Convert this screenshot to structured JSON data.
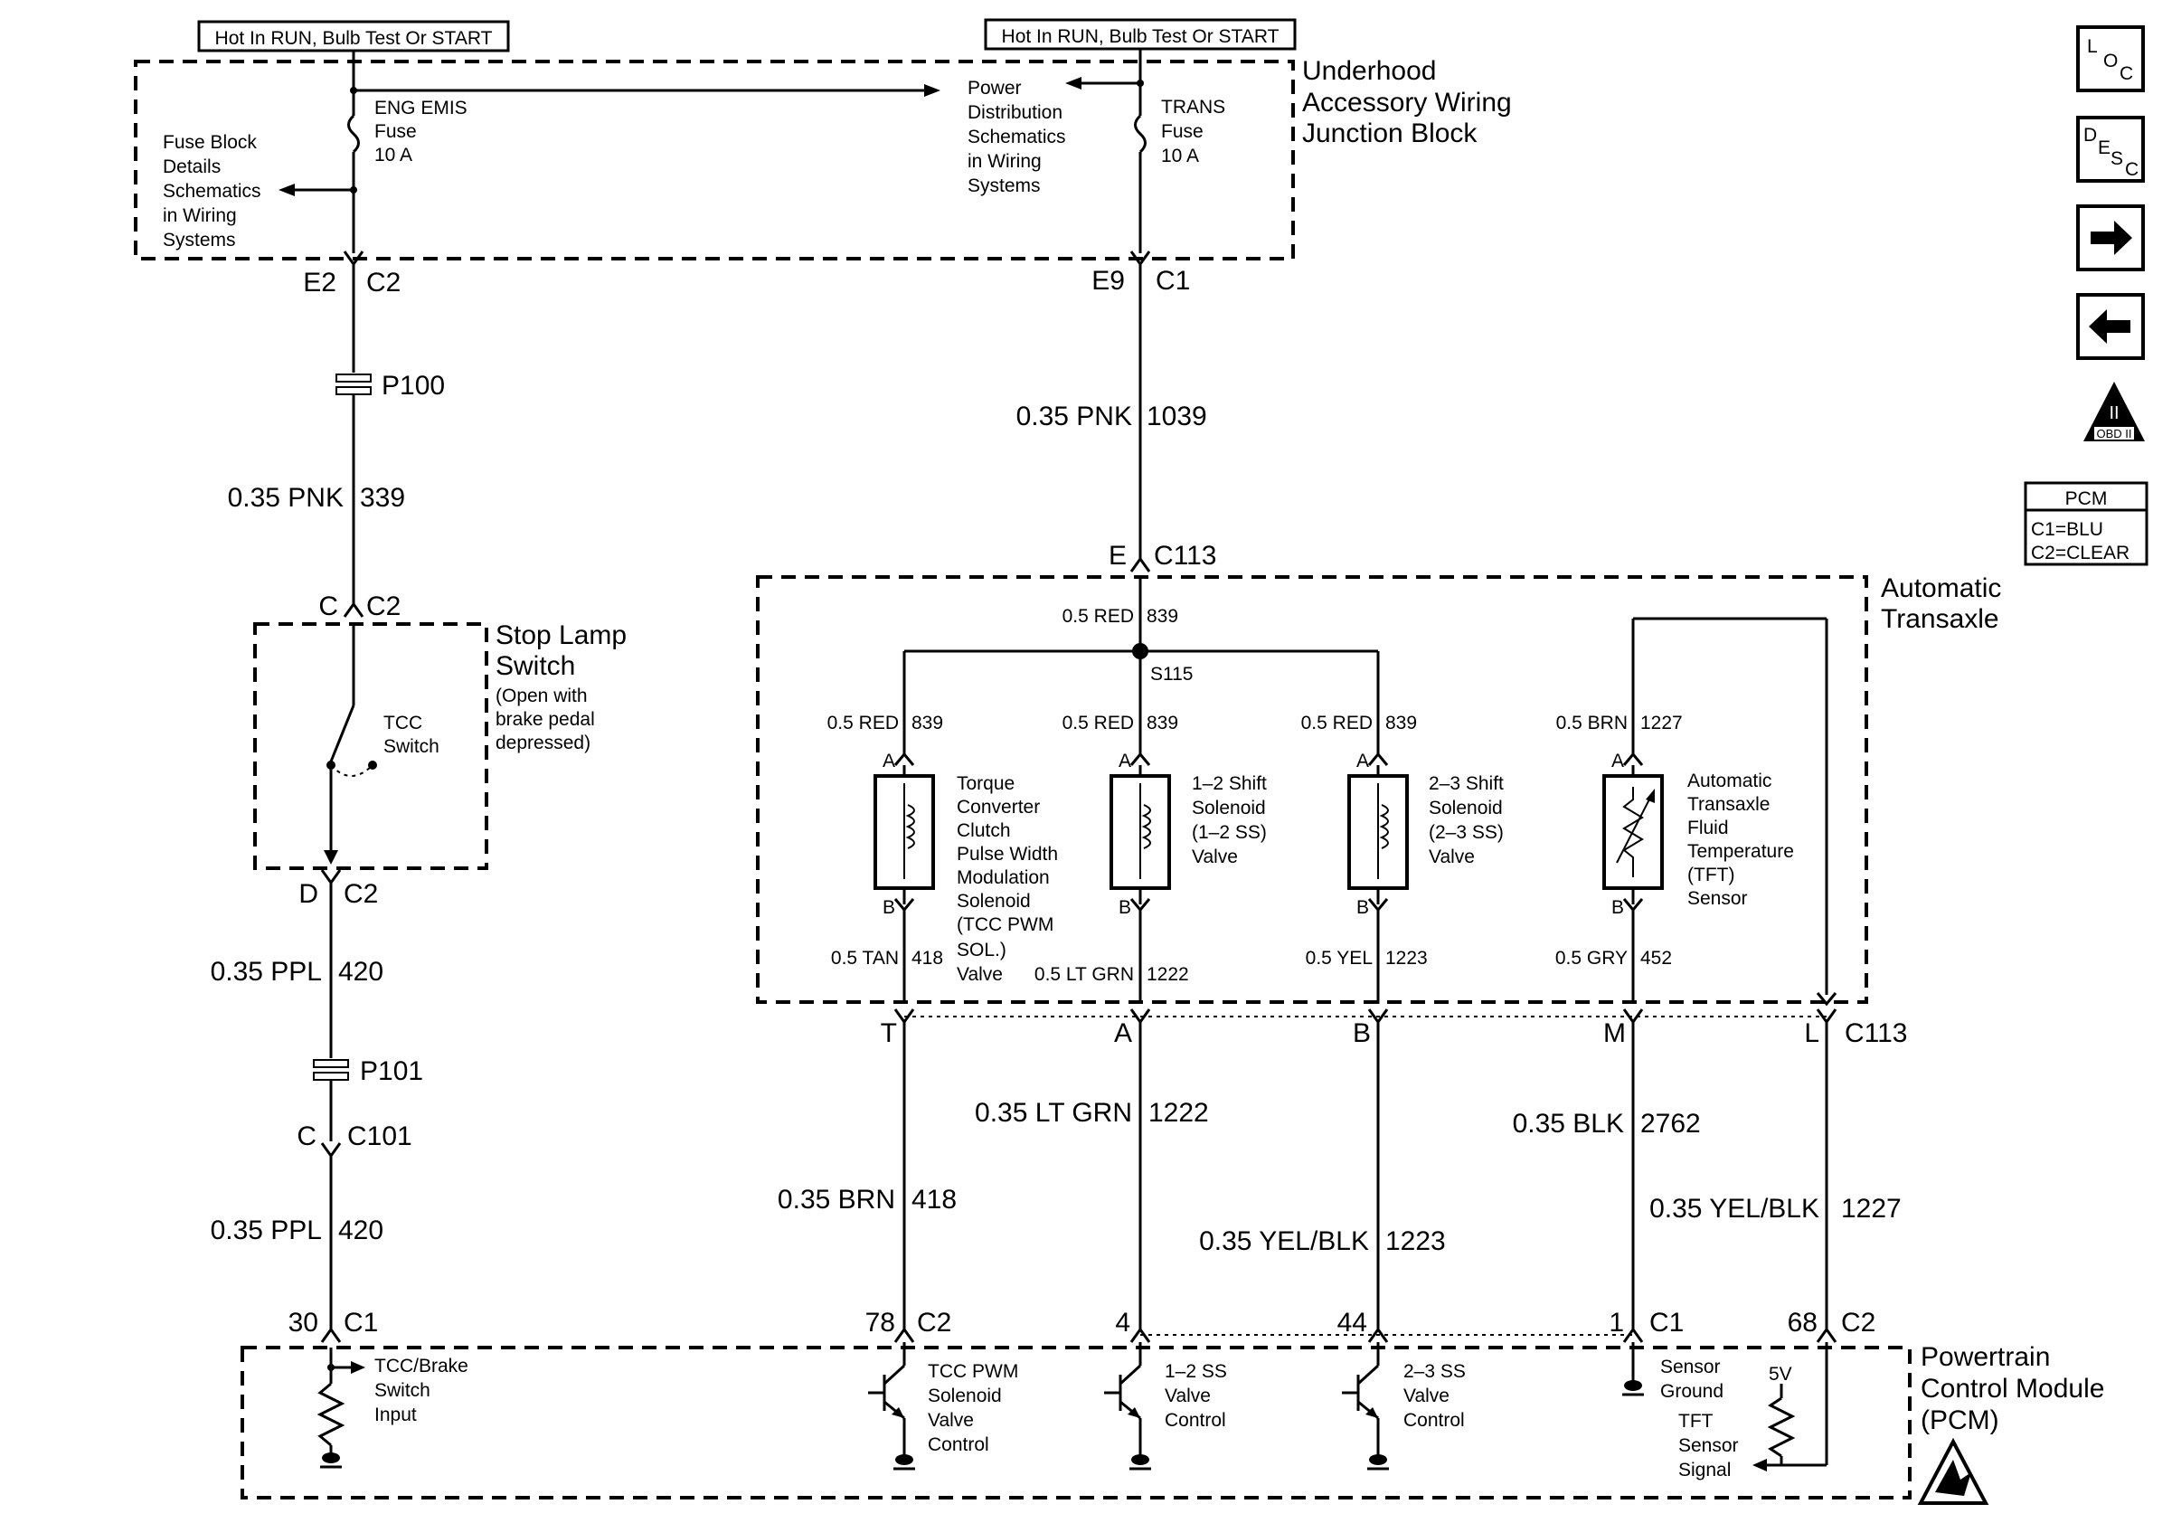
{
  "top_labels": {
    "left_power": "Hot In RUN, Bulb Test Or START",
    "right_power": "Hot In RUN, Bulb Test Or START"
  },
  "junction_block": {
    "title": [
      "Underhood",
      "Accessory Wiring",
      "Junction Block"
    ],
    "eng_fuse": [
      "ENG EMIS",
      "Fuse",
      "10 A"
    ],
    "trans_fuse": [
      "TRANS",
      "Fuse",
      "10 A"
    ],
    "fuse_block_ref": [
      "Fuse Block",
      "Details",
      "Schematics",
      "in Wiring",
      "Systems"
    ],
    "power_dist_ref": [
      "Power",
      "Distribution",
      "Schematics",
      "in Wiring",
      "Systems"
    ]
  },
  "connectors": {
    "e2": "E2",
    "c2_top": "C2",
    "e9": "E9",
    "c1_top": "C1",
    "p100": "P100",
    "p101": "P101",
    "c_stop": "C",
    "c2_stop": "C2",
    "d_stop": "D",
    "c2_stop_out": "C2",
    "c_c101": "C",
    "c101": "C101",
    "e_c113": "E",
    "c113_top": "C113",
    "t": "T",
    "a": "A",
    "b": "B",
    "m": "M",
    "l": "L",
    "c113_bot": "C113",
    "pin30": "30",
    "c1_pcm_left": "C1",
    "pin78": "78",
    "c2_pcm_mid": "C2",
    "pin4": "4",
    "pin44": "44",
    "pin1": "1",
    "c1_pcm_right": "C1",
    "pin68": "68",
    "c2_pcm_right": "C2"
  },
  "wires": {
    "w339": "0.35 PNK",
    "c339": "339",
    "w1039": "0.35 PNK",
    "c1039": "1039",
    "w420a": "0.35 PPL",
    "c420a": "420",
    "w420b": "0.35 PPL",
    "c420b": "420",
    "w418": "0.35 BRN",
    "c418": "418",
    "w1222": "0.35 LT GRN",
    "c1222": "1222",
    "w1223": "0.35 YEL/BLK",
    "c1223": "1223",
    "w2762": "0.35 BLK",
    "c2762": "2762",
    "w1227": "0.35 YEL/BLK",
    "c1227": "1227"
  },
  "stop_lamp": {
    "title": [
      "Stop Lamp",
      "Switch"
    ],
    "note": [
      "(Open with",
      "brake pedal",
      "depressed)"
    ],
    "switch": [
      "TCC",
      "Switch"
    ]
  },
  "transaxle": {
    "title": [
      "Automatic",
      "Transaxle"
    ],
    "feed": "0.5 RED",
    "feed_circuit": "839",
    "splice": "S115",
    "branch": [
      {
        "color": "0.5 RED",
        "circuit": "839",
        "out_color": "0.5 TAN",
        "out_circuit": "418"
      },
      {
        "color": "0.5 RED",
        "circuit": "839",
        "out_color": "0.5 LT GRN",
        "out_circuit": "1222"
      },
      {
        "color": "0.5 RED",
        "circuit": "839",
        "out_color": "0.5 YEL",
        "out_circuit": "1223"
      },
      {
        "color": "0.5 BRN",
        "circuit": "1227",
        "out_color": "0.5 GRY",
        "out_circuit": "452"
      }
    ],
    "pin_a": "A",
    "pin_b": "B",
    "tcc_pwm": [
      "Torque",
      "Converter",
      "Clutch",
      "Pulse Width",
      "Modulation",
      "Solenoid",
      "(TCC PWM",
      "SOL.)",
      "Valve"
    ],
    "ss12": [
      "1–2 Shift",
      "Solenoid",
      "(1–2 SS)",
      "Valve"
    ],
    "ss23": [
      "2–3 Shift",
      "Solenoid",
      "(2–3 SS)",
      "Valve"
    ],
    "tft": [
      "Automatic",
      "Transaxle",
      "Fluid",
      "Temperature",
      "(TFT)",
      "Sensor"
    ]
  },
  "pcm": {
    "title": [
      "Powertrain",
      "Control Module",
      "(PCM)"
    ],
    "brake_input": [
      "TCC/Brake",
      "Switch",
      "Input"
    ],
    "tcc_pwm_ctrl": [
      "TCC PWM",
      "Solenoid",
      "Valve",
      "Control"
    ],
    "ss12_ctrl": [
      "1–2 SS",
      "Valve",
      "Control"
    ],
    "ss23_ctrl": [
      "2–3 SS",
      "Valve",
      "Control"
    ],
    "sensor_ground": [
      "Sensor",
      "Ground"
    ],
    "five_v": "5V",
    "tft_signal": [
      "TFT",
      "Sensor",
      "Signal"
    ]
  },
  "side_buttons": {
    "loc": [
      "L",
      "O",
      "C"
    ],
    "desc": [
      "D",
      "E",
      "S",
      "C"
    ],
    "obd": [
      "II",
      "OBD II"
    ]
  },
  "pcm_legend": [
    "PCM",
    "C1=BLU",
    "C2=CLEAR"
  ]
}
